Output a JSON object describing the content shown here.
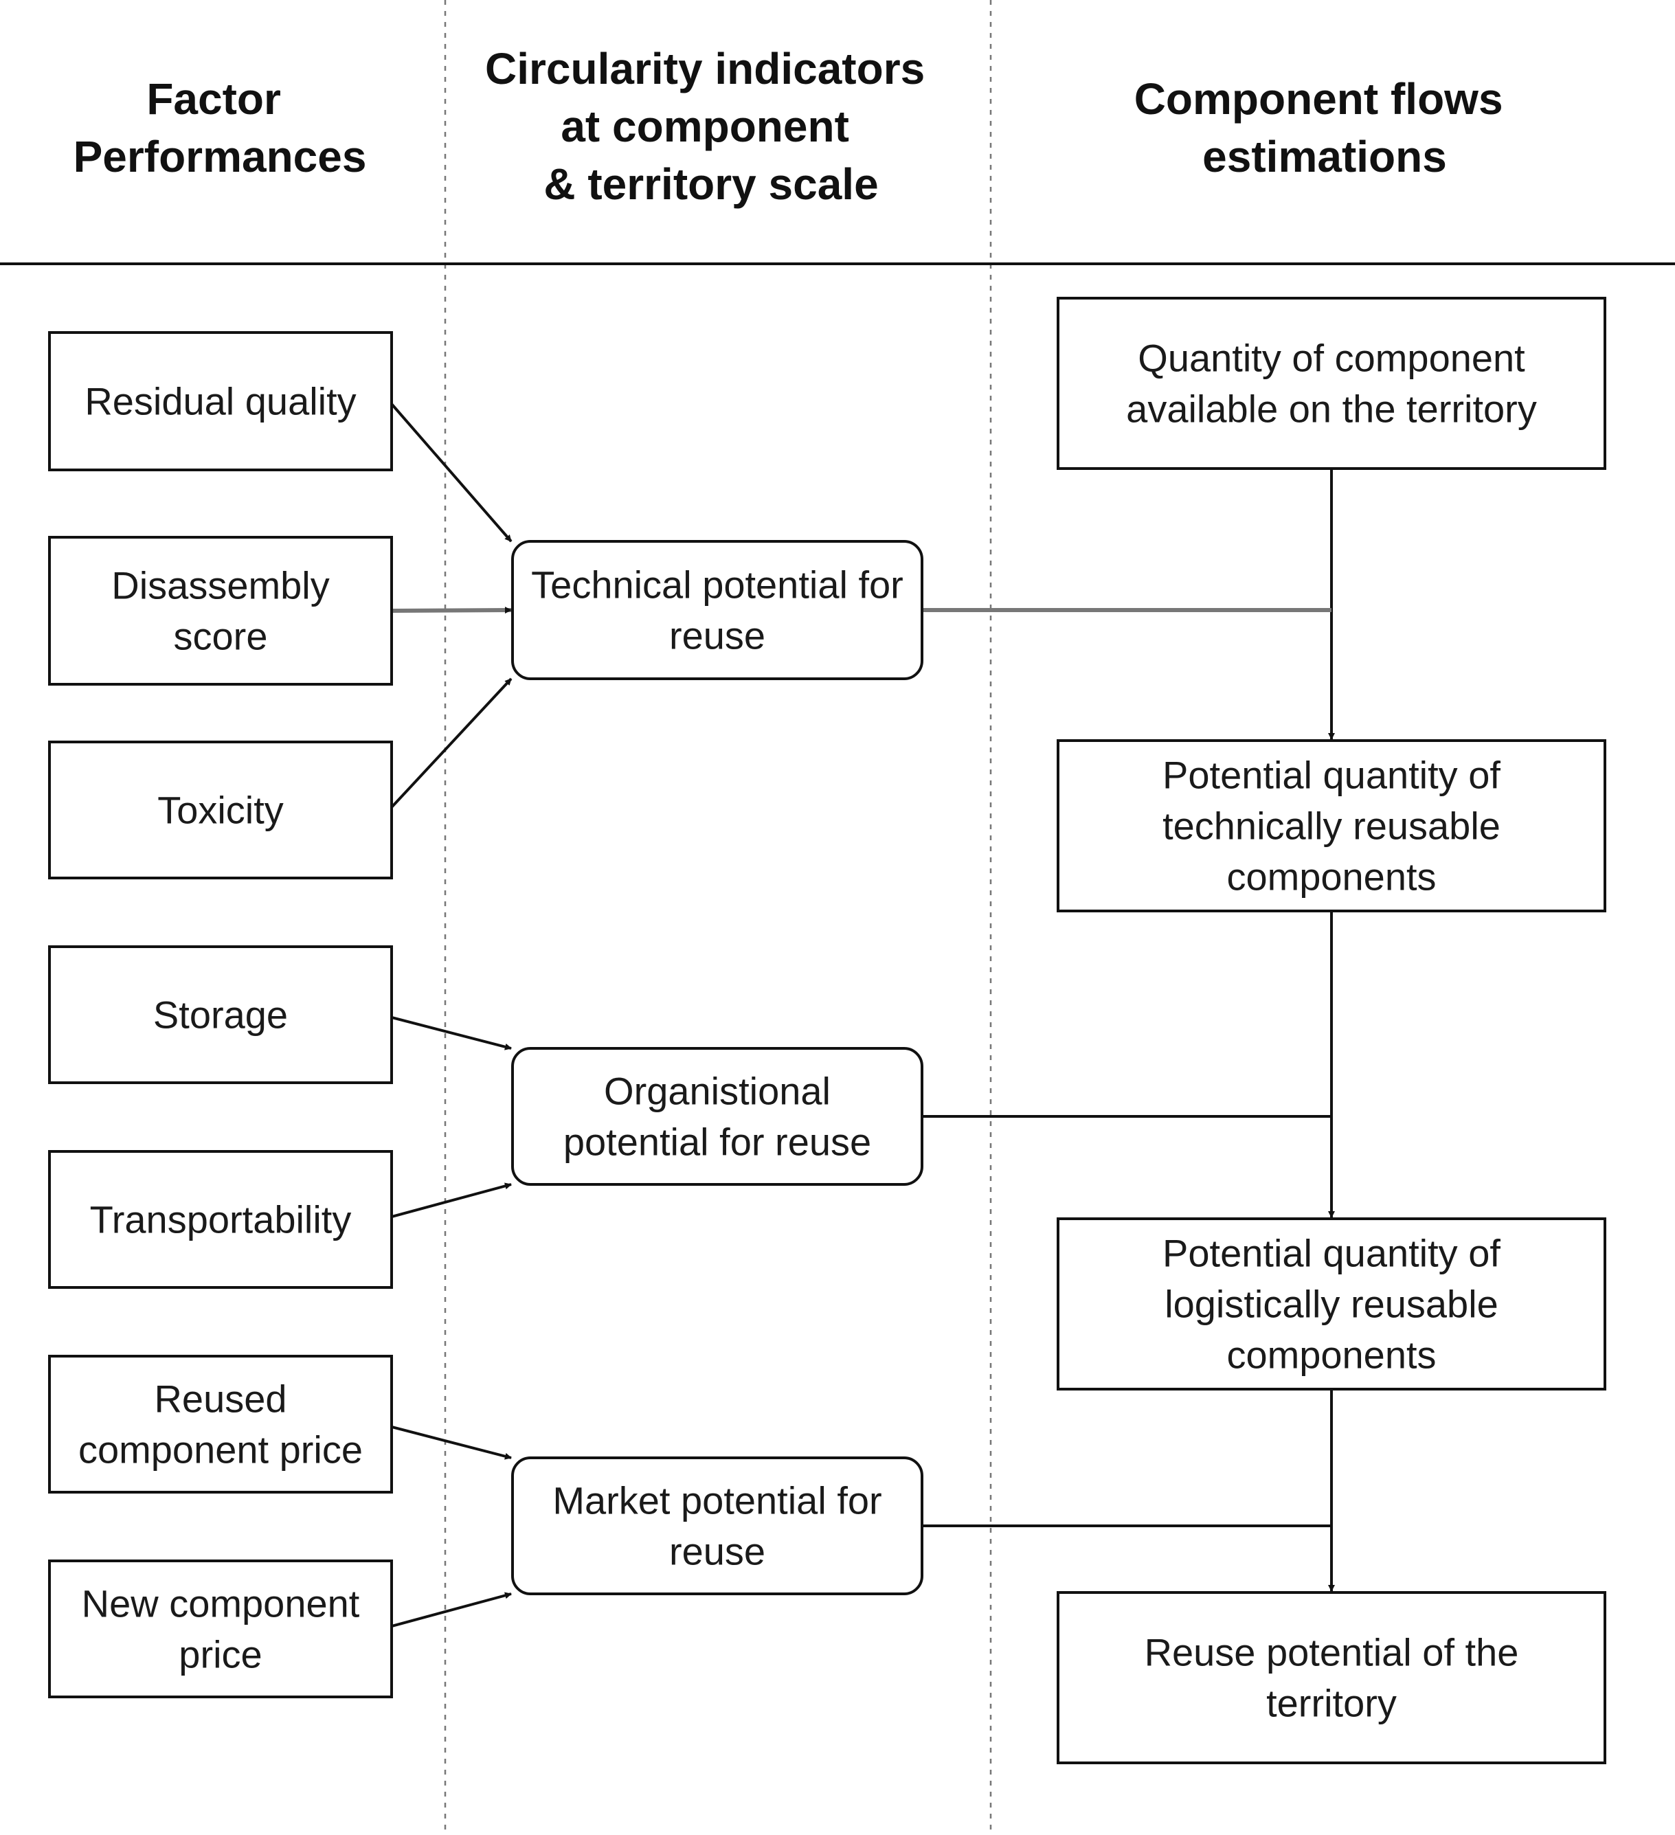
{
  "headers": {
    "factors": [
      "Factor",
      "Performances"
    ],
    "indicators": [
      "Circularity indicators",
      "at component",
      "& territory scale"
    ],
    "flows": [
      "Component flows",
      "estimations"
    ]
  },
  "factors": [
    {
      "id": "residual_quality",
      "lines": [
        "Residual quality"
      ]
    },
    {
      "id": "disassembly_score",
      "lines": [
        "Disassembly",
        "score"
      ]
    },
    {
      "id": "toxicity",
      "lines": [
        "Toxicity"
      ]
    },
    {
      "id": "storage",
      "lines": [
        "Storage"
      ]
    },
    {
      "id": "transportability",
      "lines": [
        "Transportability"
      ]
    },
    {
      "id": "reused_component_price",
      "lines": [
        "Reused",
        "component price"
      ]
    },
    {
      "id": "new_component_price",
      "lines": [
        "New component",
        "price"
      ]
    }
  ],
  "indicators": [
    {
      "id": "technical",
      "lines": [
        "Technical potential for",
        "reuse"
      ]
    },
    {
      "id": "organisational",
      "lines": [
        "Organistional",
        "potential for reuse"
      ]
    },
    {
      "id": "market",
      "lines": [
        "Market potential for",
        "reuse"
      ]
    }
  ],
  "flows": [
    {
      "id": "quantity_available",
      "lines": [
        "Quantity of component",
        "available on the territory"
      ]
    },
    {
      "id": "technically_reusable",
      "lines": [
        "Potential quantity of",
        "technically reusable",
        "components"
      ]
    },
    {
      "id": "logistically_reusable",
      "lines": [
        "Potential quantity of",
        "logistically reusable",
        "components"
      ]
    },
    {
      "id": "reuse_potential",
      "lines": [
        "Reuse potential of the",
        "territory"
      ]
    }
  ],
  "edges": [
    {
      "from": "residual_quality",
      "to": "technical"
    },
    {
      "from": "disassembly_score",
      "to": "technical"
    },
    {
      "from": "toxicity",
      "to": "technical"
    },
    {
      "from": "storage",
      "to": "organisational"
    },
    {
      "from": "transportability",
      "to": "organisational"
    },
    {
      "from": "reused_component_price",
      "to": "market"
    },
    {
      "from": "new_component_price",
      "to": "market"
    },
    {
      "from": "quantity_available",
      "to": "technically_reusable"
    },
    {
      "from": "technically_reusable",
      "to": "logistically_reusable"
    },
    {
      "from": "logistically_reusable",
      "to": "reuse_potential"
    },
    {
      "from": "technical",
      "to": "technically_reusable",
      "kind": "joins-flow"
    },
    {
      "from": "organisational",
      "to": "logistically_reusable",
      "kind": "joins-flow"
    },
    {
      "from": "market",
      "to": "reuse_potential",
      "kind": "joins-flow"
    }
  ]
}
